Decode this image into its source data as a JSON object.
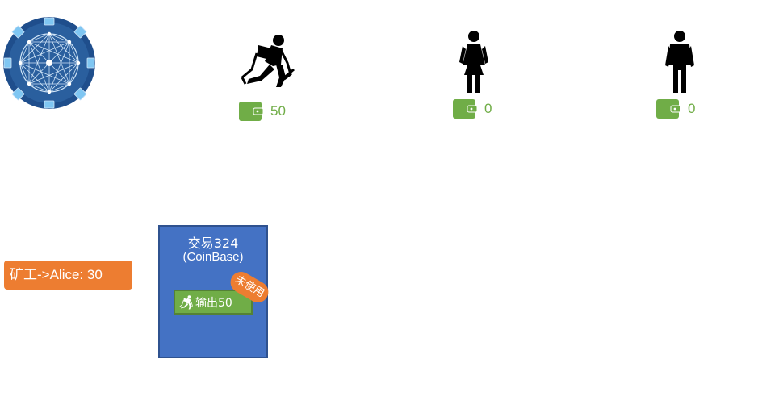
{
  "network": {
    "icon": "network-globe-icon"
  },
  "participants": [
    {
      "id": "miner",
      "icon": "hockey-player-icon",
      "balance": "50"
    },
    {
      "id": "alice",
      "icon": "woman-icon",
      "balance": "0"
    },
    {
      "id": "bob",
      "icon": "man-icon",
      "balance": "0"
    }
  ],
  "pending_transaction": {
    "text": "矿工->Alice: 30"
  },
  "transaction": {
    "title": "交易324",
    "subtitle": "(CoinBase)",
    "output": {
      "label": "输出50",
      "icon": "hockey-player-icon"
    },
    "status": "未使用"
  },
  "colors": {
    "wallet_green": "#70ad47",
    "card_blue": "#4472c4",
    "accent_orange": "#ed7d31",
    "logo_blue": "#1f4e8c"
  }
}
